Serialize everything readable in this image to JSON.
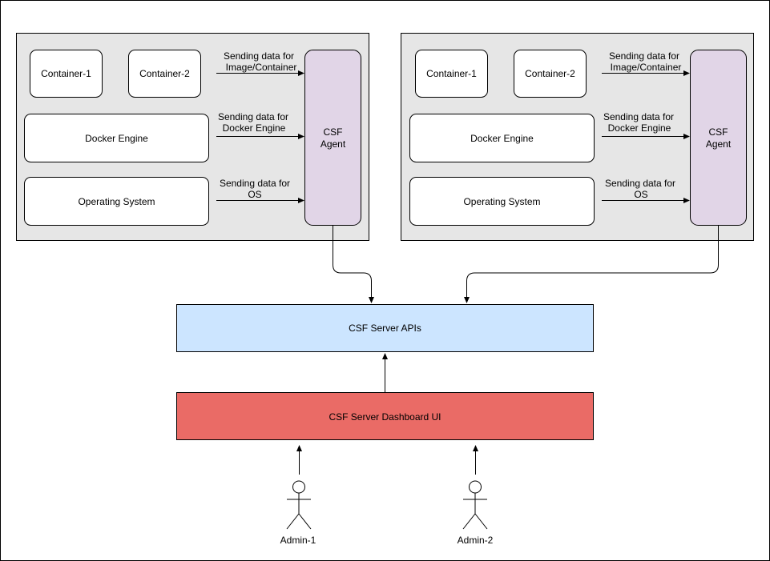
{
  "hosts": [
    {
      "container1": "Container-1",
      "container2": "Container-2",
      "docker_engine": "Docker Engine",
      "operating_system": "Operating System",
      "agent": [
        "CSF",
        "Agent"
      ],
      "edge_image": [
        "Sending data for",
        "Image/Container"
      ],
      "edge_docker": [
        "Sending data for",
        "Docker Engine"
      ],
      "edge_os": [
        "Sending data for",
        "OS"
      ]
    },
    {
      "container1": "Container-1",
      "container2": "Container-2",
      "docker_engine": "Docker Engine",
      "operating_system": "Operating System",
      "agent": [
        "CSF",
        "Agent"
      ],
      "edge_image": [
        "Sending data for",
        "Image/Container"
      ],
      "edge_docker": [
        "Sending data for",
        "Docker Engine"
      ],
      "edge_os": [
        "Sending data for",
        "OS"
      ]
    }
  ],
  "server_apis": "CSF Server APIs",
  "dashboard": "CSF Server Dashboard UI",
  "admins": [
    "Admin-1",
    "Admin-2"
  ],
  "colors": {
    "host_bg": "#e6e6e6",
    "agent_fill": "#e1d5e7",
    "apis_fill": "#cce5ff",
    "dashboard_fill": "#ea6b66"
  }
}
